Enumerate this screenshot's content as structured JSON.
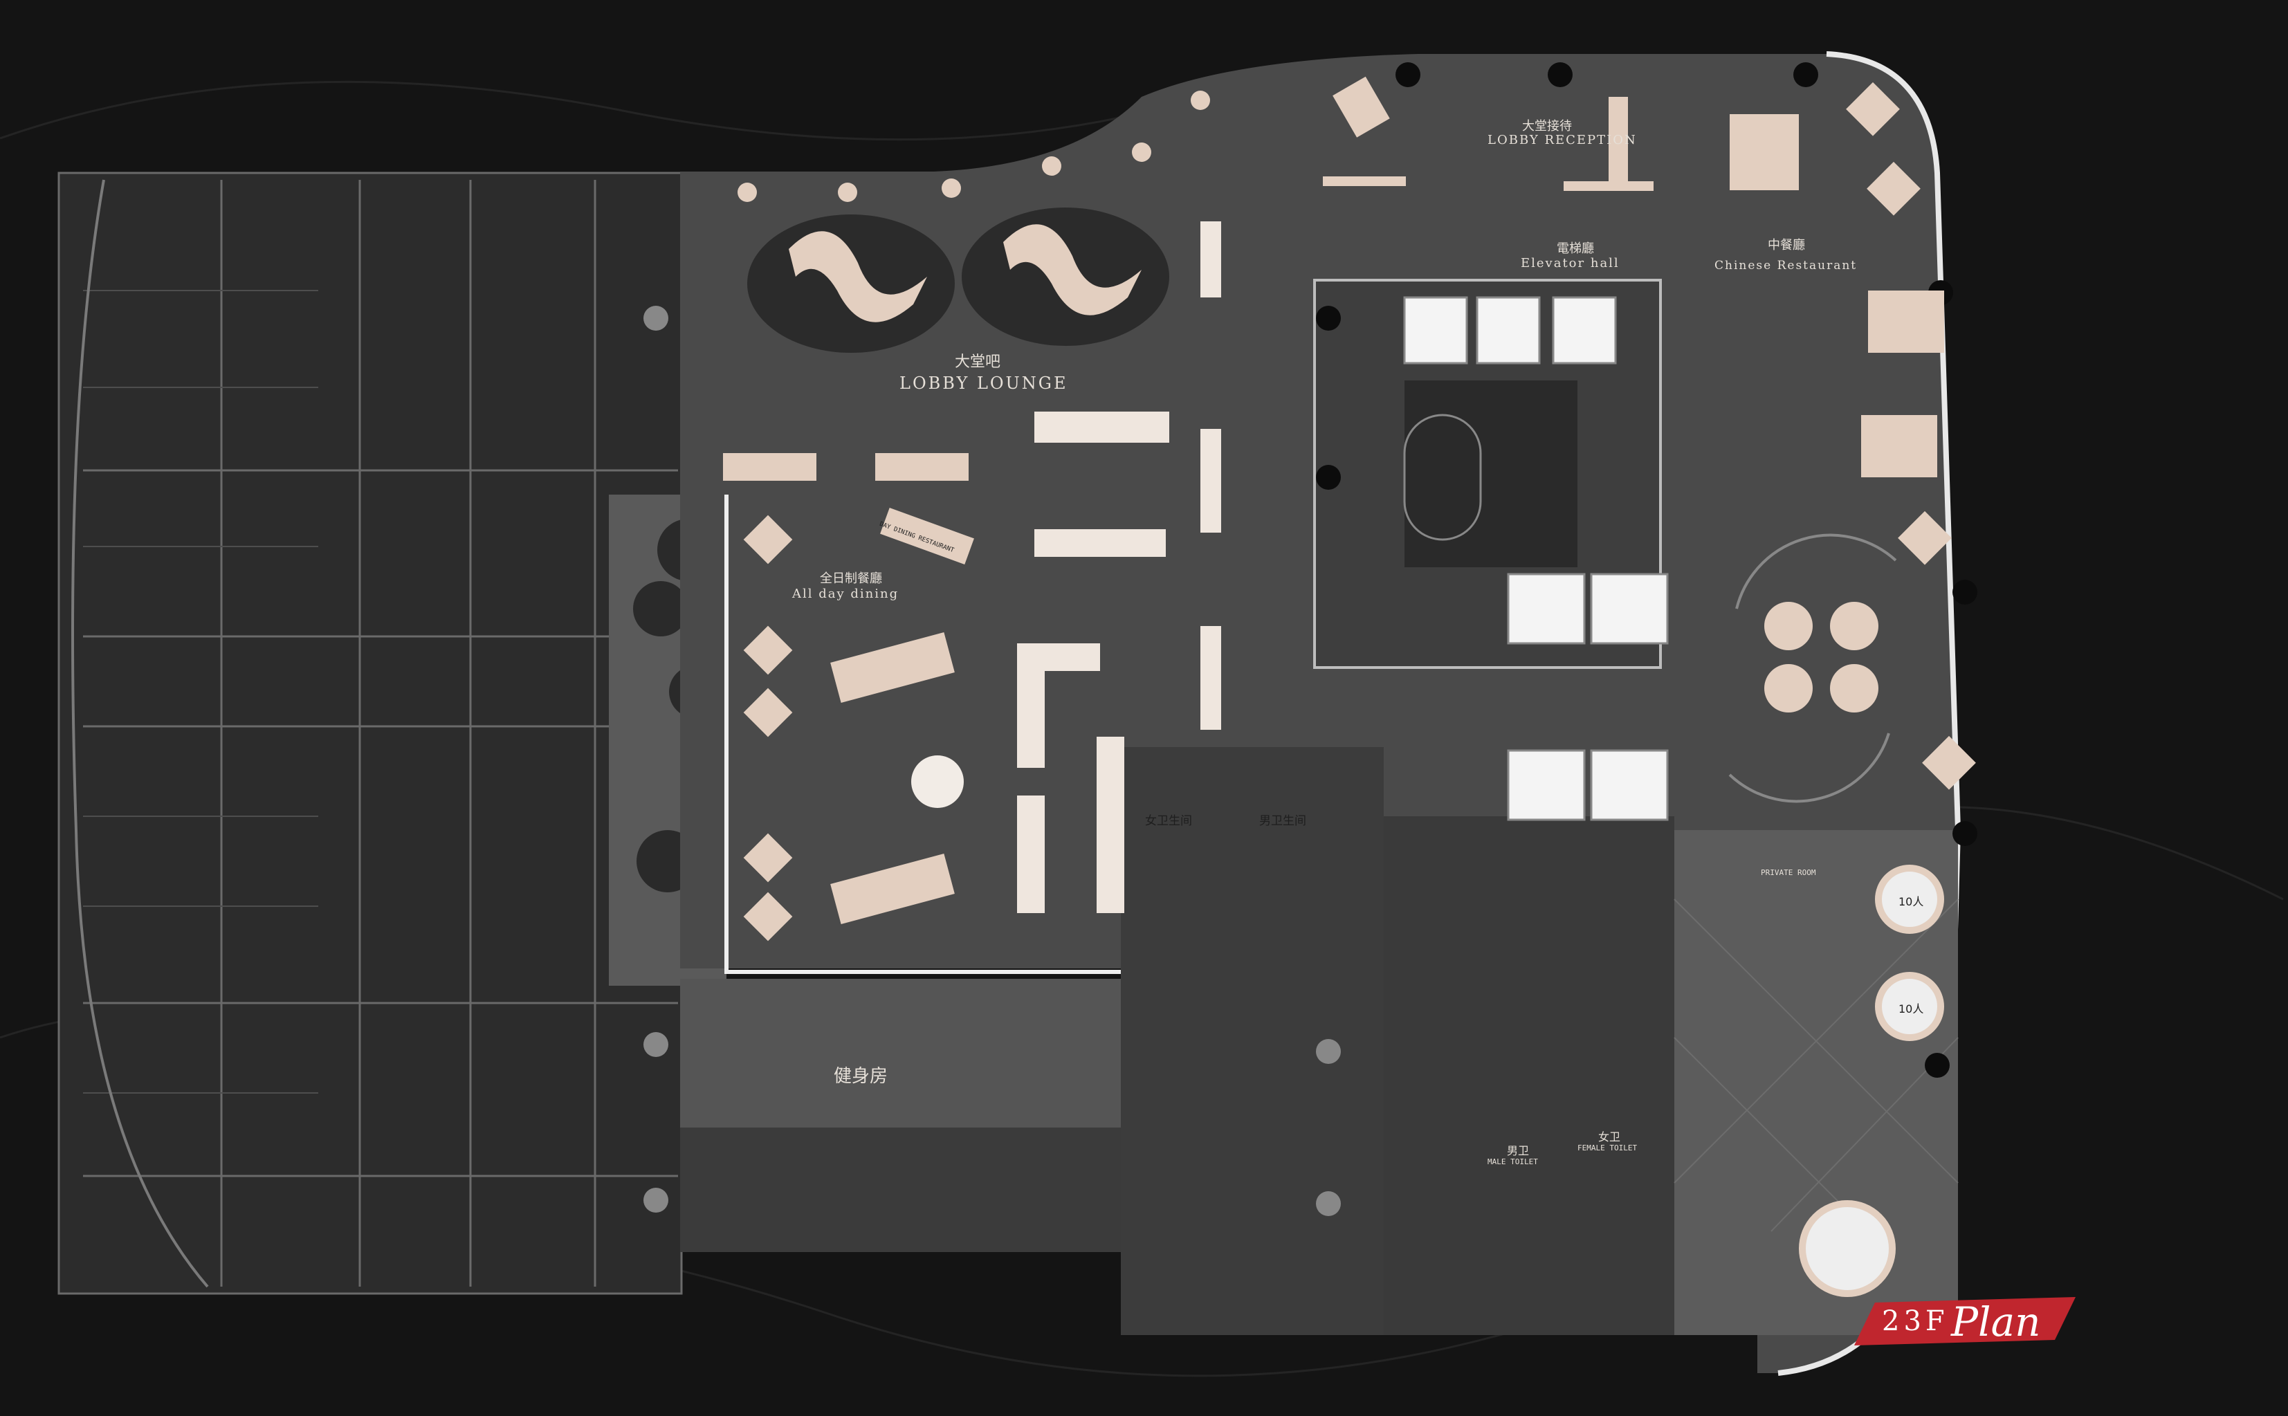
{
  "plan": {
    "floor": "23F",
    "word": "Plan"
  },
  "zones": {
    "lobby_lounge_cn": "大堂吧",
    "lobby_lounge_en": "LOBBY LOUNGE",
    "lobby_reception_cn": "大堂接待",
    "lobby_reception_en": "LOBBY RECEPTION",
    "elevator_hall_cn": "電梯廳",
    "elevator_hall_en": "Elevator hall",
    "chinese_restaurant_cn": "中餐廳",
    "chinese_restaurant_en": "Chinese Restaurant",
    "all_day_dining_cn": "全日制餐廳",
    "all_day_dining_en": "All day dining",
    "gym_cn": "健身房",
    "female_wc_cn": "女卫生间",
    "male_wc_cn": "男卫生间",
    "male_cn": "男卫",
    "male_en": "MALE TOILET",
    "female_cn": "女卫",
    "female_en": "FEMALE TOILET",
    "day_dining_bar": "DAY DINING RESTAURANT",
    "private_room": "PRIVATE ROOM",
    "table_10a": "10人",
    "table_10b": "10人"
  },
  "colors": {
    "background": "#141414",
    "floor": "#4a4a4a",
    "floor_dark": "#3a3a3a",
    "furniture": "#e3cfc0",
    "wall": "#bdbdbd",
    "badge": "#c0262e"
  }
}
